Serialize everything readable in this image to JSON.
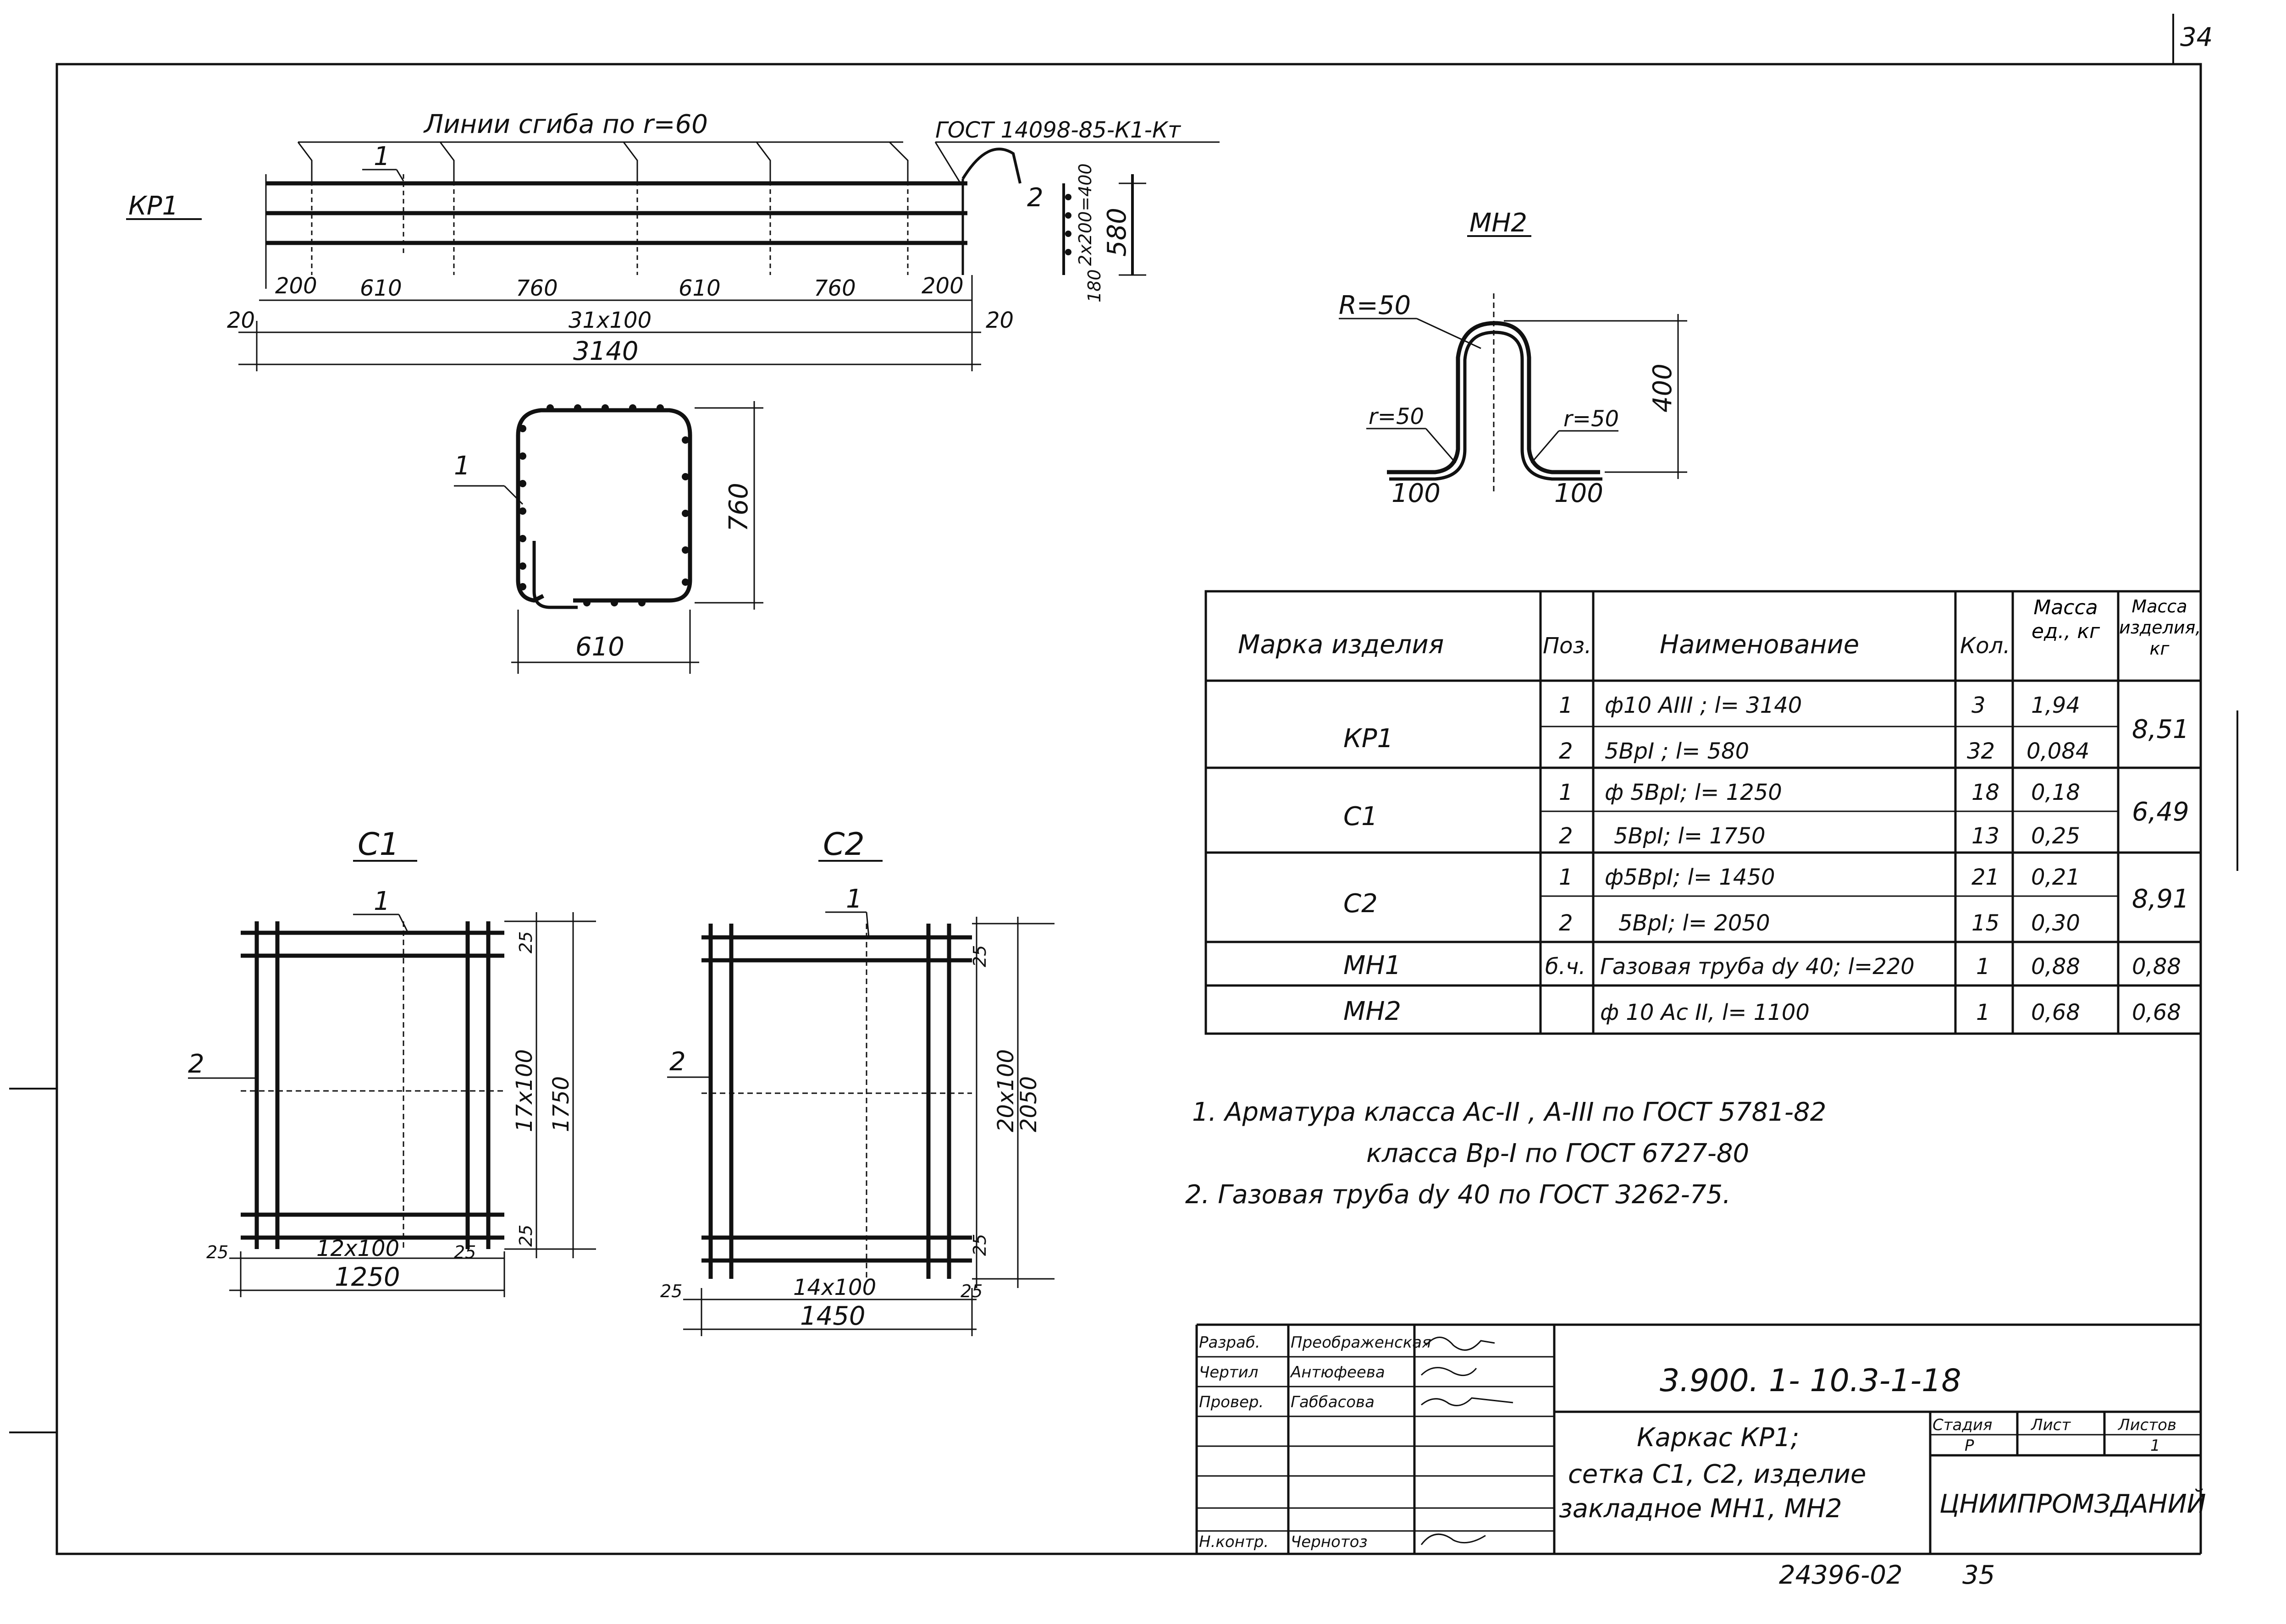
{
  "sheet_number": "34",
  "bottom_numbers": {
    "archive": "24396-02",
    "page": "35"
  },
  "kp1": {
    "label": "КР1",
    "bend_note": "Линии сгиба по r=60",
    "standard": "ГОСТ 14098-85-К1-Кт",
    "pos1": "1",
    "pos2": "2",
    "dims": [
      "200",
      "610",
      "760",
      "610",
      "760",
      "200"
    ],
    "end_left": "20",
    "end_right": "20",
    "pitch": "31x100",
    "total": "3140",
    "side_pitch": "2x200=400",
    "side_total": "580",
    "side_bottom": "180",
    "section_width": "610",
    "section_height": "760",
    "section_pos": "1"
  },
  "mn2": {
    "label": "МН2",
    "radius": "R=50",
    "r_left": "r=50",
    "r_right": "r=50",
    "height": "400",
    "foot_left": "100",
    "foot_right": "100"
  },
  "c1": {
    "label": "С1",
    "pos1": "1",
    "pos2": "2",
    "top_end": "25",
    "bottom_end": "25",
    "pitch_v": "17x100",
    "total_v": "1750",
    "left_end": "25",
    "right_end": "25",
    "pitch_h": "12x100",
    "total_h": "1250"
  },
  "c2": {
    "label": "С2",
    "pos1": "1",
    "pos2": "2",
    "top_end": "25",
    "bottom_end": "25",
    "pitch_v": "20x100",
    "total_v": "2050",
    "left_end": "25",
    "right_end": "25",
    "pitch_h": "14x100",
    "total_h": "1450"
  },
  "spec": {
    "headers": {
      "mark": "Марка изделия",
      "pos": "Поз.",
      "name": "Наименование",
      "qty": "Кол.",
      "unit_mass": "Масса ед., кг",
      "item_mass": "Масса изделия, кг"
    },
    "groups": [
      {
        "mark": "КР1",
        "total": "8,51",
        "rows": [
          {
            "pos": "1",
            "name": "ф10 АIII ; l= 3140",
            "qty": "3",
            "mass": "1,94"
          },
          {
            "pos": "2",
            "name": "5ВрI ; l= 580",
            "qty": "32",
            "mass": "0,084"
          }
        ]
      },
      {
        "mark": "С1",
        "total": "6,49",
        "rows": [
          {
            "pos": "1",
            "name": "ф 5ВрI; l= 1250",
            "qty": "18",
            "mass": "0,18"
          },
          {
            "pos": "2",
            "name": "5ВрI; l= 1750",
            "qty": "13",
            "mass": "0,25"
          }
        ]
      },
      {
        "mark": "С2",
        "total": "8,91",
        "rows": [
          {
            "pos": "1",
            "name": "ф5ВрI; l= 1450",
            "qty": "21",
            "mass": "0,21"
          },
          {
            "pos": "2",
            "name": "5ВрI; l= 2050",
            "qty": "15",
            "mass": "0,30"
          }
        ]
      },
      {
        "mark": "МН1",
        "total": "0,88",
        "rows": [
          {
            "pos": "б.ч.",
            "name": "Газовая труба dу 40; l=220",
            "qty": "1",
            "mass": "0,88"
          }
        ]
      },
      {
        "mark": "МН2",
        "total": "0,68",
        "rows": [
          {
            "pos": "",
            "name": "ф 10 Ас II, l= 1100",
            "qty": "1",
            "mass": "0,68"
          }
        ]
      }
    ]
  },
  "notes": [
    "1. Арматура класса  Ас-II , А-III по ГОСТ 5781-82",
    "класса  Вр-I  по ГОСТ 6727-80",
    "2. Газовая труба  dу 40 по ГОСТ 3262-75."
  ],
  "title_block": {
    "doc_code": "3.900. 1- 10.3-1-18",
    "title_lines": [
      "Каркас КР1;",
      "сетка С1, С2, изделие",
      "закладное  МН1, МН2"
    ],
    "stage_label": "Стадия",
    "sheet_label": "Лист",
    "sheets_label": "Листов",
    "stage": "Р",
    "sheets": "1",
    "org": "ЦНИИПРОМЗДАНИЙ",
    "roles": [
      {
        "role": "Разраб.",
        "name": "Преображенская"
      },
      {
        "role": "Чертил",
        "name": "Антюфеева"
      },
      {
        "role": "Провер.",
        "name": "Габбасова"
      },
      {
        "role": "",
        "name": ""
      },
      {
        "role": "",
        "name": ""
      },
      {
        "role": "",
        "name": ""
      },
      {
        "role": "Н.контр.",
        "name": "Чернотоз"
      }
    ]
  }
}
